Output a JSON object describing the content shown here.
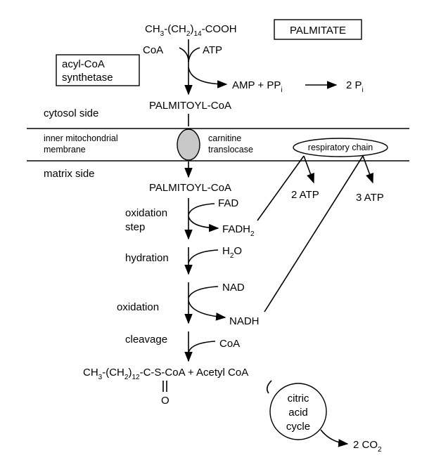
{
  "header": {
    "formula_main": "CH3-(CH2)14-COOH",
    "formula_parts": {
      "a": "CH",
      "b": "3",
      "c": "-(CH",
      "d": "2",
      "e": ")",
      "f": "14",
      "g": "-COOH"
    },
    "palmitate_box": "PALMITATE"
  },
  "activation": {
    "enzyme_line1": "acyl-CoA",
    "enzyme_line2": "synthetase",
    "coa_in": "CoA",
    "atp_in": "ATP",
    "amp_out": "AMP + PP",
    "amp_sub": "i",
    "pi_out": "2  P",
    "pi_sub": "i"
  },
  "membrane": {
    "cytosol_label": "cytosol  side",
    "product_cytosol": "PALMITOYL-CoA",
    "membrane_line1": "inner  mitochondrial",
    "membrane_line2": "membrane",
    "translocase_line1": "carnitine",
    "translocase_line2": "translocase",
    "respiratory_chain": "respiratory  chain",
    "matrix_label": "matrix  side",
    "product_matrix": "PALMITOYL-CoA",
    "atp_fadh2": "2  ATP",
    "atp_nadh": "3  ATP"
  },
  "steps": [
    {
      "line1": "oxidation",
      "line2": "step",
      "in": "FAD",
      "out": "FADH",
      "out_sub": "2"
    },
    {
      "line1": "hydration",
      "in_a": "H",
      "in_sub": "2",
      "in_b": "O"
    },
    {
      "line1": "oxidation",
      "in": "NAD",
      "out": "NADH"
    },
    {
      "line1": "cleavage",
      "in": "CoA"
    }
  ],
  "product": {
    "formula_a": "CH",
    "formula_sub1": "3",
    "formula_b": "-(CH",
    "formula_sub2": "2",
    "formula_c": ")",
    "formula_sub3": "12",
    "formula_d": "-C-S-CoA  +  Acetyl CoA",
    "carbonyl_o": "O"
  },
  "cycle": {
    "line1": "citric",
    "line2": "acid",
    "line3": "cycle",
    "out": "2 CO",
    "out_sub": "2"
  }
}
